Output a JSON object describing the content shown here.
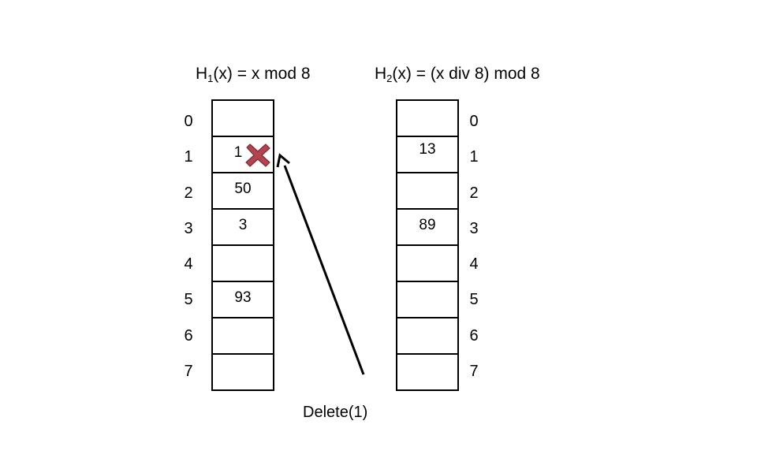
{
  "diagram": {
    "hash_functions": [
      {
        "name_base": "H",
        "subscript": "1",
        "formula": "(x) = x mod 8",
        "slots": [
          "",
          "1",
          "50",
          "3",
          "",
          "93",
          "",
          ""
        ]
      },
      {
        "name_base": "H",
        "subscript": "2",
        "formula": "(x) = (x div 8) mod 8",
        "slots": [
          "",
          "13",
          "",
          "89",
          "",
          "",
          "",
          ""
        ]
      }
    ],
    "indices": [
      "0",
      "1",
      "2",
      "3",
      "4",
      "5",
      "6",
      "7"
    ],
    "operation": {
      "label": "Delete(1)",
      "target_table": 0,
      "target_slot": 1
    },
    "colors": {
      "delete_mark": "#b5434f",
      "delete_mark_outline": "#7e2a33",
      "stroke": "#000000"
    },
    "icons": {
      "delete_mark": "cross-mark-icon",
      "arrow": "arrow-icon"
    }
  }
}
